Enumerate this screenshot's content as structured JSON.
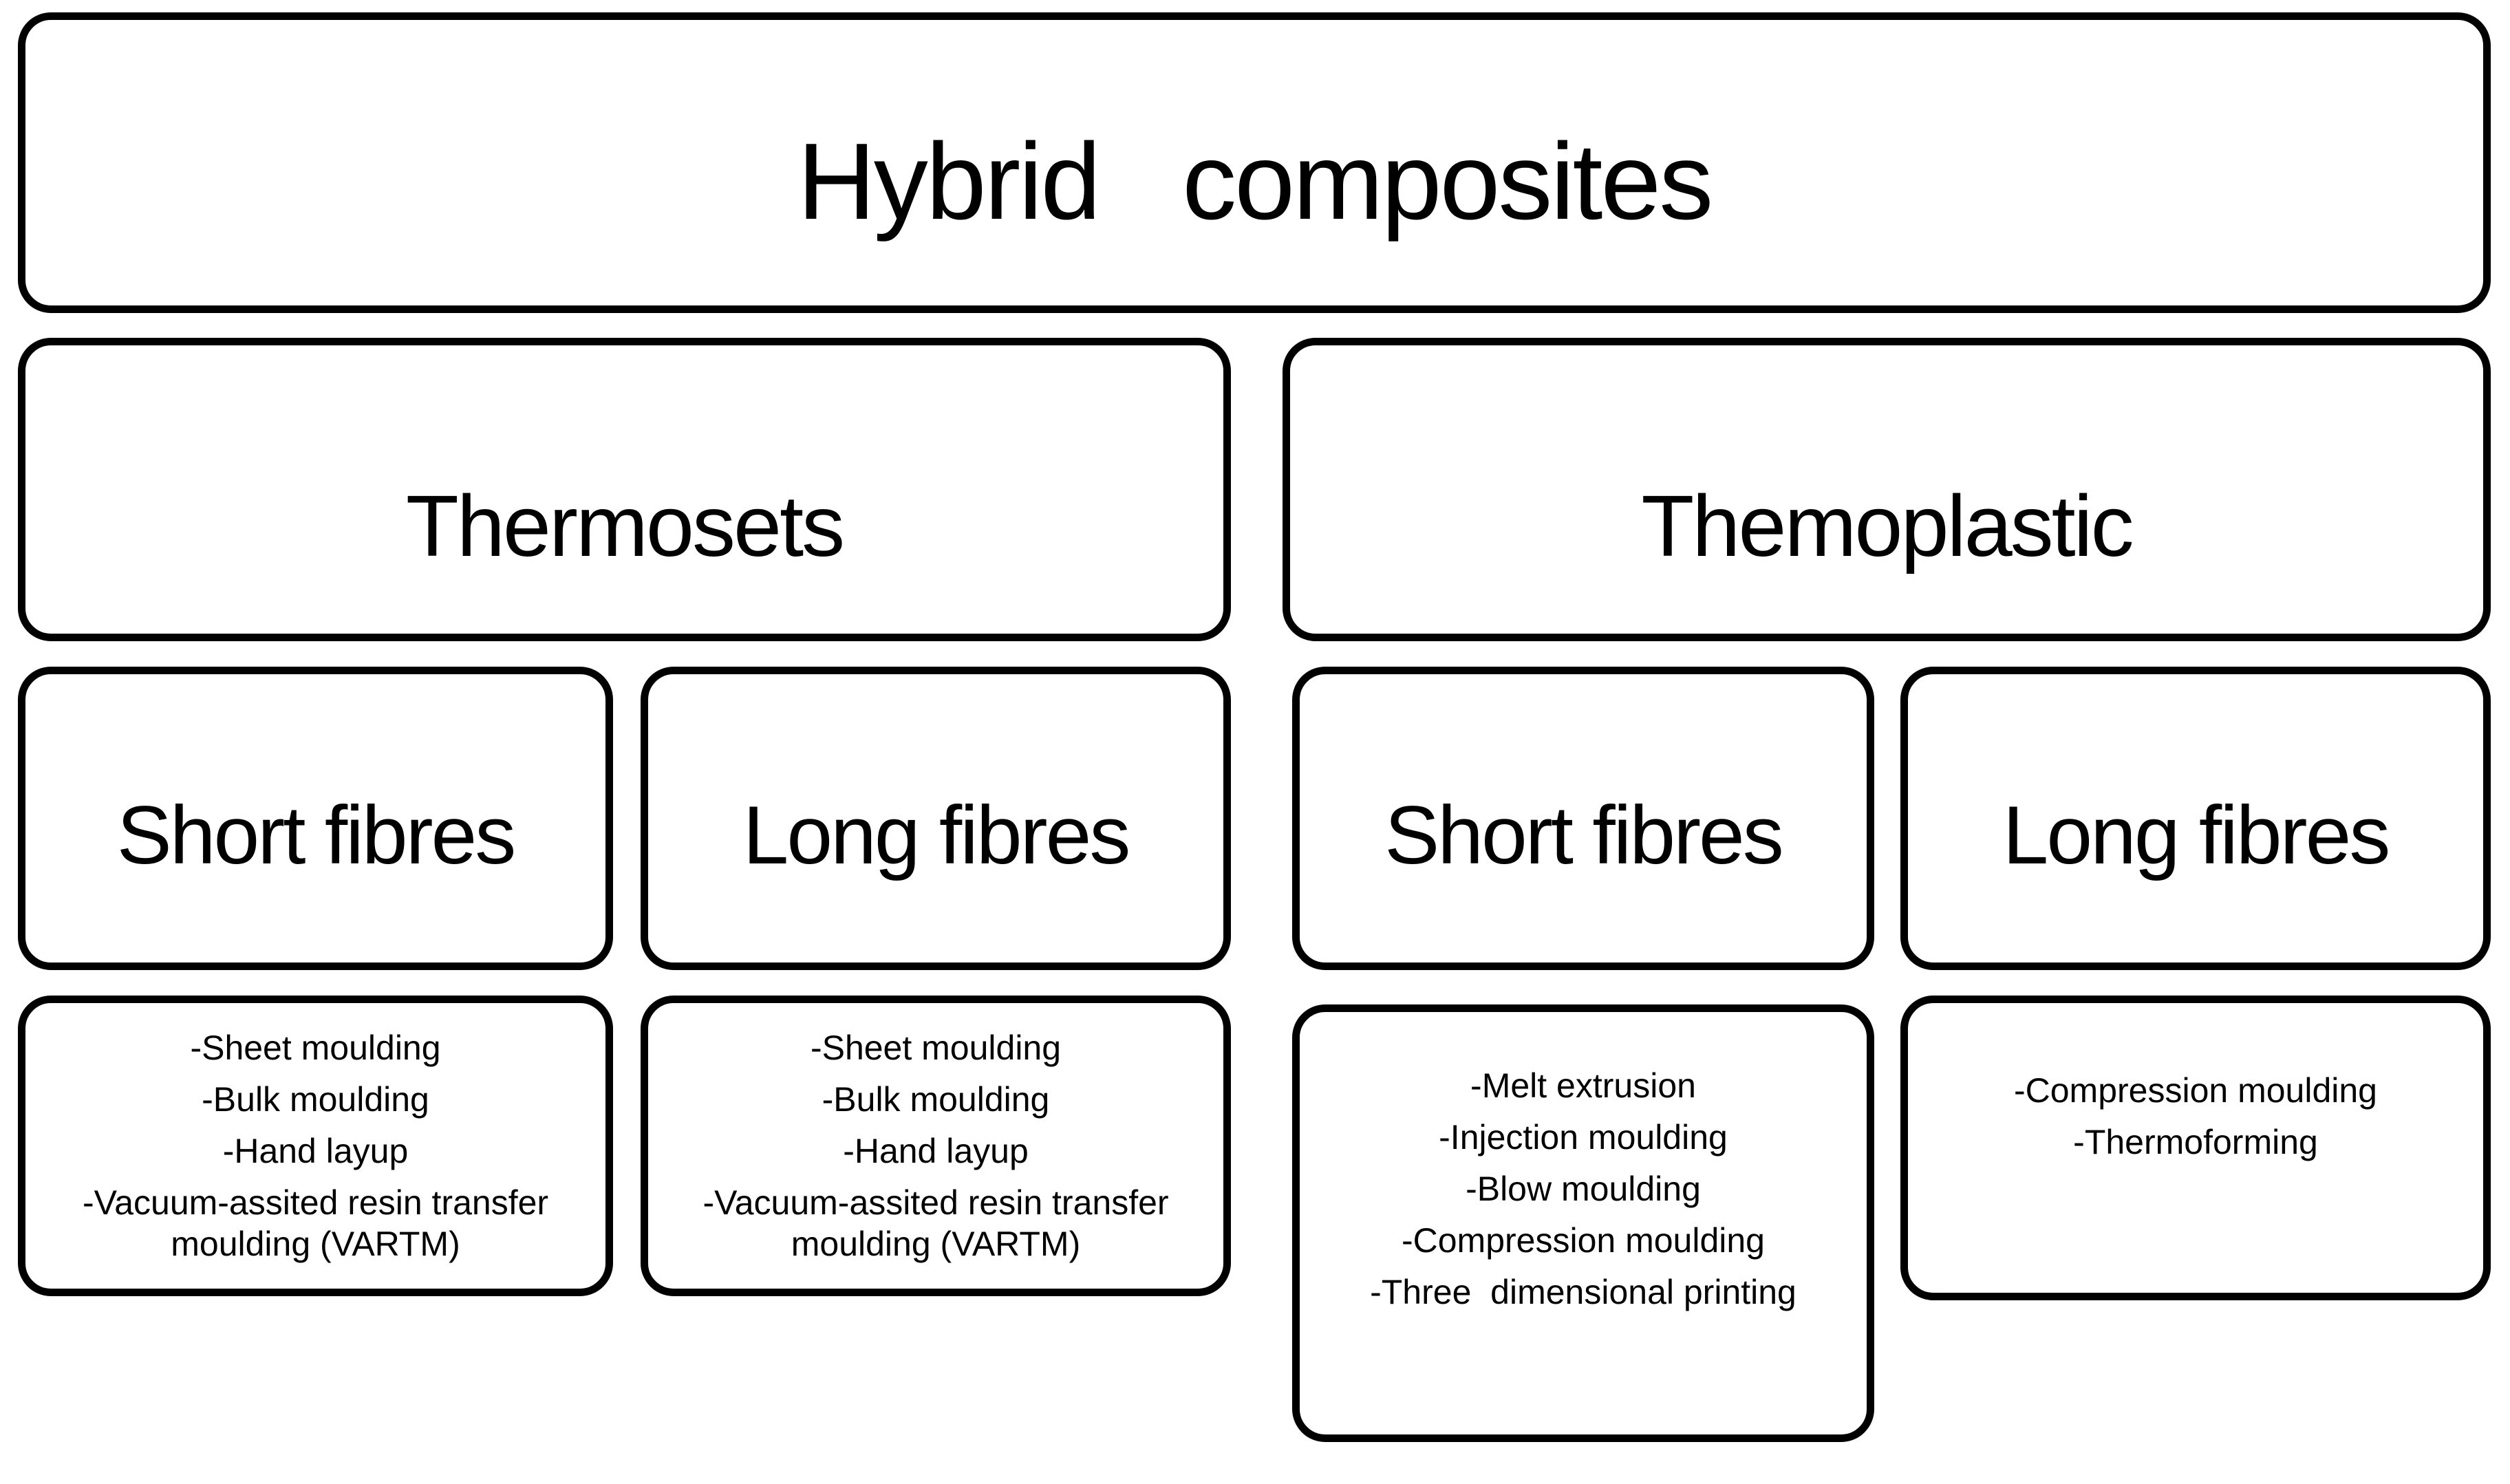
{
  "colors": {
    "background": "#ffffff",
    "border": "#000000",
    "text": "#000000"
  },
  "tree": {
    "root": {
      "label": "Hybrid composites"
    },
    "branches": [
      {
        "label": "Thermosets",
        "children": [
          {
            "label": "Short fibres",
            "processes": [
              "-Sheet moulding",
              "-Bulk moulding",
              "-Hand layup",
              "-Vacuum-assited resin transfer moulding (VARTM)"
            ]
          },
          {
            "label": "Long fibres",
            "processes": [
              "-Sheet moulding",
              "-Bulk moulding",
              "-Hand layup",
              "-Vacuum-assited resin transfer moulding (VARTM)"
            ]
          }
        ]
      },
      {
        "label": "Themoplastic",
        "children": [
          {
            "label": "Short fibres",
            "processes": [
              "-Melt extrusion",
              "-Injection moulding",
              "-Blow moulding",
              "-Compression moulding",
              "-Three  dimensional printing"
            ]
          },
          {
            "label": "Long fibres",
            "processes": [
              "-Compression moulding",
              "-Thermoforming"
            ]
          }
        ]
      }
    ]
  }
}
